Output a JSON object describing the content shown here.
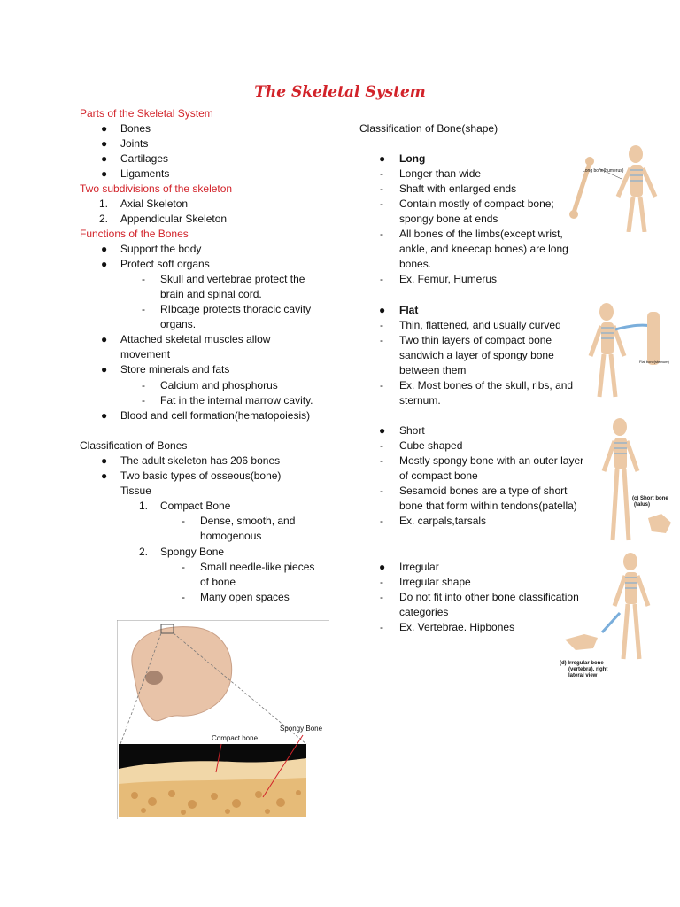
{
  "title": "The Skeletal System",
  "left": {
    "parts_heading": "Parts of the Skeletal System",
    "parts": [
      "Bones",
      "Joints",
      "Cartilages",
      "Ligaments"
    ],
    "subdiv_heading": "Two subdivisions of the skeleton",
    "subdivisions": [
      "Axial  Skeleton",
      "Appendicular Skeleton"
    ],
    "functions_heading": "Functions of the Bones",
    "f1": "Support the body",
    "f2": "Protect soft organs",
    "f2a1": "Skull and vertebrae protect the",
    "f2a2": "brain and spinal cord.",
    "f2b1": "RIbcage protects thoracic cavity",
    "f2b2": "organs.",
    "f3a": "Attached skeletal muscles allow",
    "f3b": "movement",
    "f4": "Store minerals and fats",
    "f4a": "Calcium and phosphorus",
    "f4b": "Fat in the internal marrow cavity.",
    "f5": "Blood and cell formation(hematopoiesis)",
    "class_heading": "Classification of Bones",
    "c1": "The adult skeleton has 206 bones",
    "c2a": "Two basic types of osseous(bone)",
    "c2b": "Tissue",
    "compact": "Compact Bone",
    "compact_d1": "Dense, smooth, and",
    "compact_d2": "homogenous",
    "spongy": "Spongy Bone",
    "spongy_d1": "Small needle-like pieces",
    "spongy_d2": "of bone",
    "spongy_d3": "Many open spaces",
    "fig_spongy_label": "Spongy Bone",
    "fig_compact_label": "Compact bone"
  },
  "right": {
    "heading": "Classification of Bone(shape)",
    "long_title": "Long",
    "long_1": "Longer than wide",
    "long_2": "Shaft with enlarged ends",
    "long_3a": "Contain mostly of compact bone;",
    "long_3b": "spongy bone at ends",
    "long_4a": "All bones of the limbs(except wrist,",
    "long_4b": "ankle, and kneecap bones) are long",
    "long_4c": "bones.",
    "long_5": "Ex. Femur, Humerus",
    "flat_title": "Flat",
    "flat_1": "Thin, flattened, and usually curved",
    "flat_2a": "Two thin layers of compact bone",
    "flat_2b": "sandwich a layer of spongy bone",
    "flat_2c": "between them",
    "flat_3a": "Ex. Most bones of the skull, ribs, and",
    "flat_3b": "sternum.",
    "short_title": "Short",
    "short_1": "Cube shaped",
    "short_2a": "Mostly spongy bone with an outer layer",
    "short_2b": "of compact bone",
    "short_3a": "Sesamoid bones are a type of short",
    "short_3b": "bone that form within tendons(patella)",
    "short_4": "Ex. carpals,tarsals",
    "irr_title": "Irregular",
    "irr_1": "Irregular shape",
    "irr_2a": "Do not fit into other bone classification",
    "irr_2b": "categories",
    "irr_3": "Ex. Vertebrae. Hipbones",
    "fig_long_label": "Long bone(humerus)",
    "fig_flat_label": "Flat bone(sternum)",
    "fig_short_label1": "(c) Short bone",
    "fig_short_label2": "(talus)",
    "fig_irr_label1": "(d) Irregular bone",
    "fig_irr_label2": "(vertebra), right",
    "fig_irr_label3": "lateral view"
  },
  "markers": {
    "bullet": "●",
    "dash": "-",
    "n1": "1.",
    "n2": "2."
  }
}
